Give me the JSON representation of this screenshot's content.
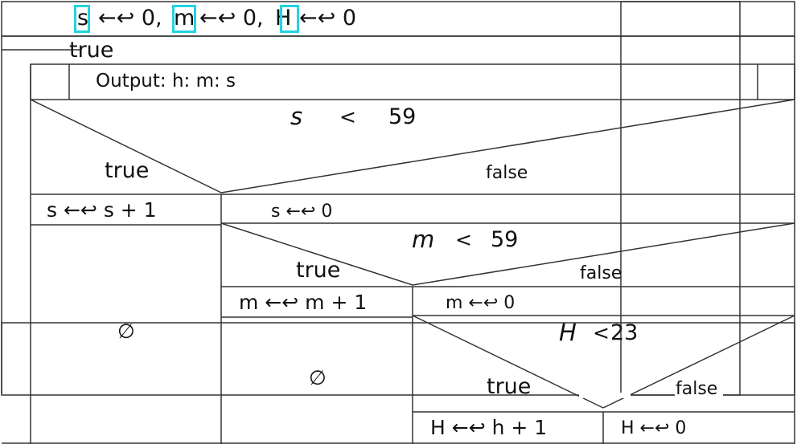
{
  "diagram": {
    "init": {
      "s": "s",
      "s_rhs": "←↩ 0,",
      "m": "m",
      "m_rhs": "←↩ 0,",
      "H": "H",
      "H_rhs": "←↩ 0"
    },
    "loop_label": "true",
    "output": "Output: h: m: s",
    "cond1": {
      "lhs": "s",
      "op": "<",
      "rhs": "59",
      "true_label": "true",
      "false_label": "false",
      "true_action": "s ←↩ s + 1",
      "false_action": "s ←↩ 0",
      "empty": "∅"
    },
    "cond2": {
      "lhs": "m",
      "op": "<",
      "rhs": "59",
      "true_label": "true",
      "false_label": "false",
      "true_action": "m ←↩ m + 1",
      "false_action": "m ←↩ 0",
      "empty": "∅"
    },
    "cond3": {
      "lhs": "H",
      "op": "<",
      "rhs": "23",
      "true_label": "true",
      "false_label": "false",
      "true_action": "H ←↩ h + 1",
      "false_action": "H ←↩ 0"
    }
  },
  "colors": {
    "line": "#333333",
    "highlight": "#22d3e0"
  }
}
